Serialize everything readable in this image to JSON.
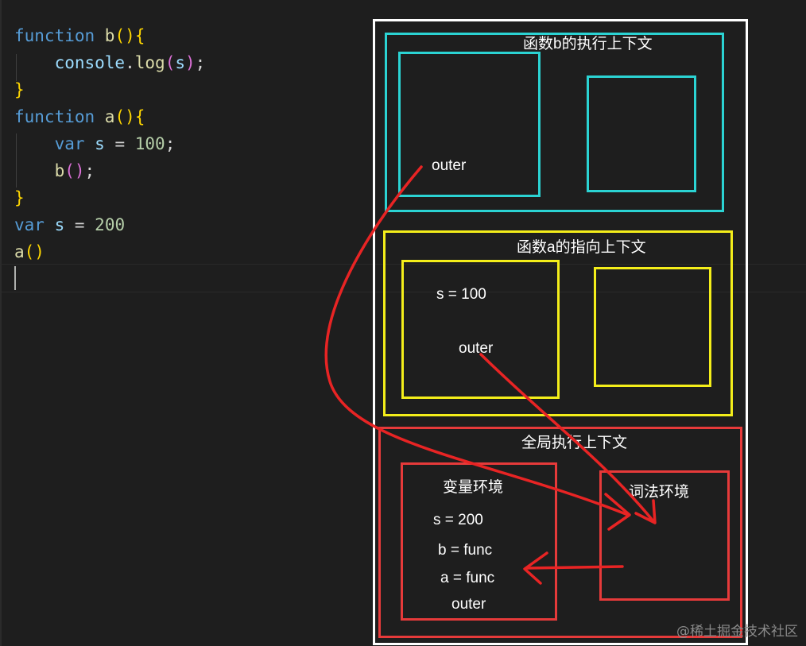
{
  "code": {
    "lines": [
      {
        "tokens": [
          {
            "t": "function ",
            "c": "kw"
          },
          {
            "t": "b",
            "c": "fn"
          },
          {
            "t": "(){",
            "c": "br1"
          }
        ]
      },
      {
        "tokens": [
          {
            "t": "    "
          },
          {
            "t": "console",
            "c": "var"
          },
          {
            "t": "."
          },
          {
            "t": "log",
            "c": "fn"
          },
          {
            "t": "(",
            "c": "br2"
          },
          {
            "t": "s",
            "c": "var"
          },
          {
            "t": ")",
            "c": "br2"
          },
          {
            "t": ";"
          }
        ]
      },
      {
        "tokens": [
          {
            "t": "}",
            "c": "br1"
          }
        ]
      },
      {
        "tokens": [
          {
            "t": "function ",
            "c": "kw"
          },
          {
            "t": "a",
            "c": "fn"
          },
          {
            "t": "(){",
            "c": "br1"
          }
        ]
      },
      {
        "tokens": [
          {
            "t": "    "
          },
          {
            "t": "var ",
            "c": "kw"
          },
          {
            "t": "s",
            "c": "var"
          },
          {
            "t": " = "
          },
          {
            "t": "100",
            "c": "num"
          },
          {
            "t": ";"
          }
        ]
      },
      {
        "tokens": [
          {
            "t": "    "
          },
          {
            "t": "b",
            "c": "fn"
          },
          {
            "t": "()",
            "c": "br2"
          },
          {
            "t": ";"
          }
        ]
      },
      {
        "tokens": [
          {
            "t": "}",
            "c": "br1"
          }
        ]
      },
      {
        "tokens": [
          {
            "t": "var ",
            "c": "kw"
          },
          {
            "t": "s",
            "c": "var"
          },
          {
            "t": " = "
          },
          {
            "t": "200",
            "c": "num"
          }
        ]
      },
      {
        "tokens": [
          {
            "t": "a",
            "c": "fn"
          },
          {
            "t": "()",
            "c": "br1"
          }
        ]
      }
    ]
  },
  "diagram": {
    "b_context": {
      "title": "函数b的执行上下文",
      "outer": "outer",
      "color": "#2bd3d3"
    },
    "a_context": {
      "title": "函数a的指向上下文",
      "s_value": "s = 100",
      "outer": "outer",
      "color": "#f4ee1a"
    },
    "global_context": {
      "title": "全局执行上下文",
      "variable_env": {
        "title": "变量环境",
        "s_value": "s = 200",
        "b_value": "b = func",
        "a_value": "a = func",
        "outer": "outer"
      },
      "lexical_env": {
        "title": "词法环境"
      },
      "color": "#e63a3a"
    },
    "arrow_color": "#e82424",
    "frame_color": "#ffffff"
  },
  "watermark": "@稀土掘金技术社区"
}
